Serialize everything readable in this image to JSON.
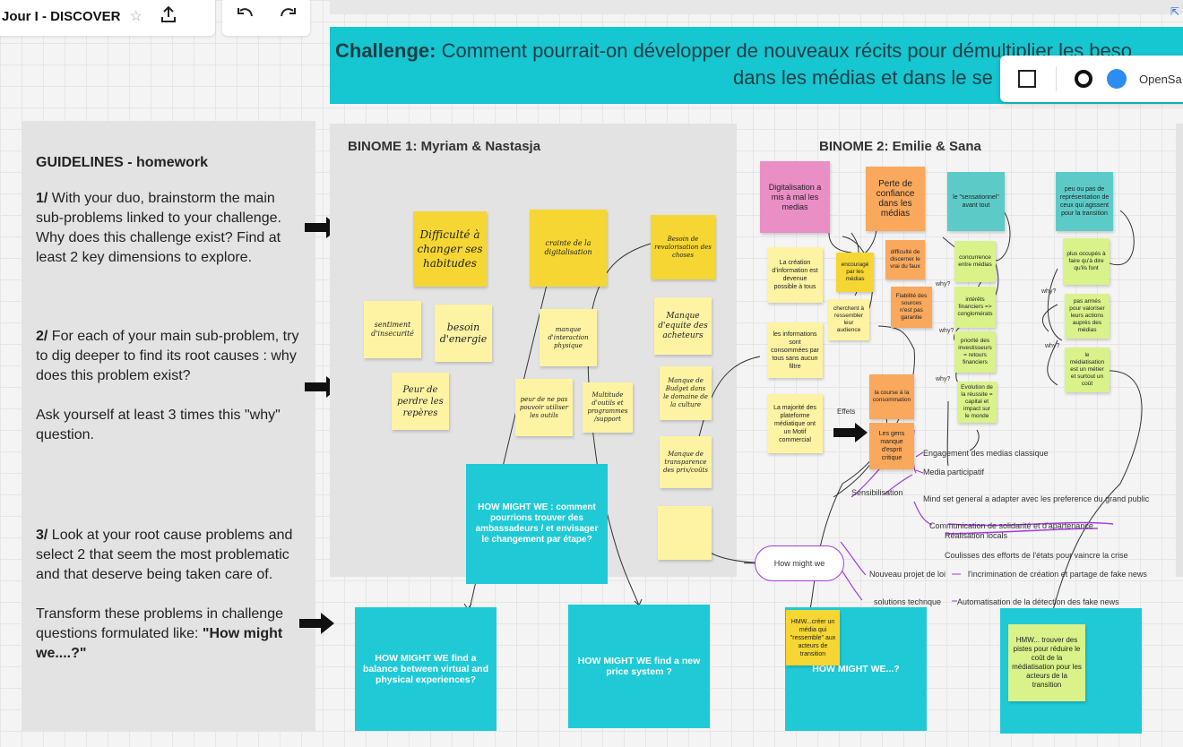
{
  "toolbar": {
    "board_title": "Jour I - DISCOVER",
    "star_icon": "star-icon",
    "share_icon": "upload-icon",
    "undo_icon": "undo-icon",
    "redo_icon": "redo-icon"
  },
  "format_bar": {
    "font_name": "OpenSa"
  },
  "challenge": {
    "label": "Challenge:",
    "line1": "Comment pourrait-on développer de nouveaux récits pour démultiplier les beso",
    "line2": "dans les médias et dans le se"
  },
  "guidelines": {
    "title": "GUIDELINES - homework",
    "step1_num": "1/",
    "step1": " With your duo, brainstorm the main sub-problems linked to your challenge. Why does this challenge exist? Find at least 2 key dimensions to explore.",
    "step2_num": "2/",
    "step2": " For each of your main sub-problem, try to dig deeper to find its root causes : why does this problem exist?",
    "step2b": "Ask yourself at least 3 times this \"why\" question.",
    "step3_num": "3/",
    "step3": " Look at your root cause problems and select 2 that seem the most problematic and that deserve being taken care of.",
    "step3b": "Transform these problems in challenge questions formulated like: ",
    "step3b_bold": "\"How might we....?\""
  },
  "binome1": {
    "title": "BINOME 1: Myriam & Nastasja",
    "stickies": [
      "Difficulté à changer ses habitudes",
      "crainte de la digitalisation",
      "Besoin de revalorisation des choses",
      "sentiment d'insecurité",
      "besoin d'energie",
      "manque d'interaction physique",
      "Manque d'equite des acheteurs",
      "Peur de perdre les repères",
      "peur de ne pas pouvoir utiliser les outils",
      "Multitude d'outils et programmes /support",
      "Manque de Budget dans le domaine de la culture",
      "Manque de transparence des prix/coûts",
      ""
    ],
    "hmw_center": "HOW MIGHT WE : comment pourrions trouver des ambassadeurs / et envisager le changement par étape?",
    "hmw_left": "HOW MIGHT WE find a balance between virtual and physical experiences?",
    "hmw_right": "HOW MIGHT WE find a new price system ?"
  },
  "binome2": {
    "title": "BINOME 2: Emilie & Sana",
    "stickies": {
      "digitalisation": "Digitalisation a mis à mal les medias",
      "perte": "Perte de confiance dans les médias",
      "sensationnel": "le \"sensationnel\" avant tout",
      "representation": "peu ou pas de représentation de ceux qui agissent pour la transition",
      "creation": "La création d'information est devenue possible à tous",
      "encourage": "encouragé par les médias",
      "difficulte": "difficulté de discerner le vrai du faux",
      "concurrence": "concurrence entre médias",
      "occupes": "plus occupés à faire qu'à dire qu'ils font",
      "fiabilite": "Fiabilité des sources n'est pas garantie",
      "cherchent": "cherchent à ressembler leur audience",
      "interets": "intérêts financiers => conglomérats",
      "pas_armes": "pas armés pour valoriser leurs actions auprès des médias",
      "informations": "les informations sont consommées par tous sans aucun filtre",
      "priorite": "priorité des investisseurs = retours financiers",
      "mediatisation": "le médiatisation est un métier et surtout un coût",
      "course": "la course à la consommation",
      "evolution": "Evolution de la réussite = capital et impact sur le monde",
      "majorite": "La majorité des plateforme médiatique ont un Motif commercial",
      "gens": "Les gens manque d'esprit critique"
    },
    "why_labels": [
      "why?",
      "why?",
      "why?",
      "why?",
      "why?"
    ],
    "effets": "Effets",
    "sensibilisation": "Sensibilisation",
    "mindmap": [
      "Engagement des medias classique",
      "Media participatif",
      "Mind set general a adapter avec les preference du grand public",
      "Communication de solidarité et d'apartenance",
      "Réalisation locals",
      "Coulisses des efforts de l'états pour vaincre la crise",
      "Nouveau projet de loi",
      "l'incrimination de création et partage de fake news",
      "solutions technque",
      "Automatisation de la détection des fake news"
    ],
    "how_might_we_bubble": "How might we",
    "hmw_mid": "HOW MIGHT WE...?",
    "hmw_sticky_a": "HMW...créer un média qui \"ressemble\" aux acteurs de transition",
    "hmw_sticky_b": "HMW... trouver des pistes pour réduire le coût de la médiatisation pour les acteurs de la transition"
  },
  "colors": {
    "cyan": "#1fcad6",
    "challenge_bg": "#16c6d0",
    "panel": "#e3e3e3",
    "purple": "#a63ae0",
    "blue_dot": "#2d8cf0"
  }
}
